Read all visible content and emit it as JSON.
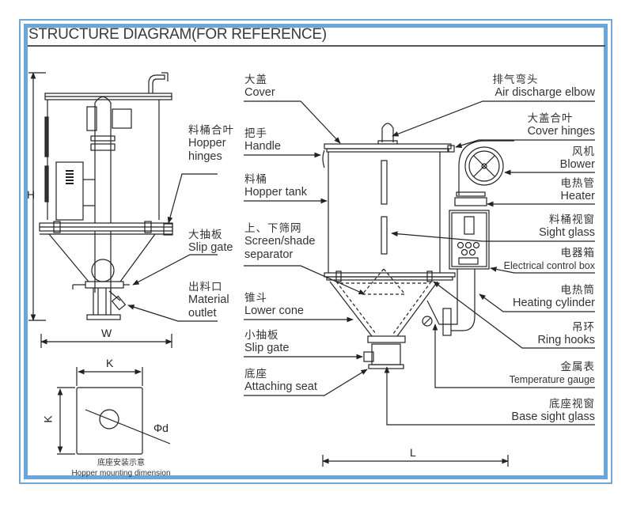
{
  "title": "STRUCTURE DIAGRAM(FOR REFERENCE)",
  "colors": {
    "frame": "#6aa6da",
    "line": "#222222",
    "text": "#333333"
  },
  "left_labels": [
    {
      "id": "hopper-hinges",
      "cn": "料桶合叶",
      "en": [
        "Hopper",
        "hinges"
      ]
    },
    {
      "id": "slip-gate-large",
      "cn": "大抽板",
      "en": [
        "Slip gate"
      ]
    },
    {
      "id": "material-outlet",
      "cn": "出料口",
      "en": [
        "Material",
        "outlet"
      ]
    }
  ],
  "center_labels": [
    {
      "id": "cover",
      "cn": "大盖",
      "en": [
        "Cover"
      ]
    },
    {
      "id": "handle",
      "cn": "把手",
      "en": [
        "Handle"
      ]
    },
    {
      "id": "hopper-tank",
      "cn": "料桶",
      "en": [
        "Hopper tank"
      ]
    },
    {
      "id": "screen-separator",
      "cn": "上、下筛网",
      "en": [
        "Screen/shade",
        "separator"
      ]
    },
    {
      "id": "lower-cone",
      "cn": "锥斗",
      "en": [
        "Lower cone"
      ]
    },
    {
      "id": "slip-gate-small",
      "cn": "小抽板",
      "en": [
        "Slip gate"
      ]
    },
    {
      "id": "attaching-seat",
      "cn": "底座",
      "en": [
        "Attaching seat"
      ]
    }
  ],
  "right_labels": [
    {
      "id": "air-discharge-elbow",
      "cn": "排气弯头",
      "en": [
        "Air discharge elbow"
      ]
    },
    {
      "id": "cover-hinges",
      "cn": "大盖合叶",
      "en": [
        "Cover hinges"
      ]
    },
    {
      "id": "blower",
      "cn": "风机",
      "en": [
        "Blower"
      ]
    },
    {
      "id": "heater",
      "cn": "电热管",
      "en": [
        "Heater"
      ]
    },
    {
      "id": "sight-glass",
      "cn": "料桶视窗",
      "en": [
        "Sight glass"
      ]
    },
    {
      "id": "electrical-control-box",
      "cn": "电器箱",
      "en": [
        "Electrical control box"
      ]
    },
    {
      "id": "heating-cylinder",
      "cn": "电热筒",
      "en": [
        "Heating cylinder"
      ]
    },
    {
      "id": "ring-hooks",
      "cn": "吊环",
      "en": [
        "Ring hooks"
      ]
    },
    {
      "id": "temperature-gauge",
      "cn": "金属表",
      "en": [
        "Temperature gauge"
      ]
    },
    {
      "id": "base-sight-glass",
      "cn": "底座视窗",
      "en": [
        "Base sight glass"
      ]
    }
  ],
  "dimensions": {
    "height": "H",
    "width": "W",
    "length": "L",
    "mount_side": "K",
    "mount_hole": "Φd"
  },
  "mounting_caption": {
    "cn": "底座安装示意",
    "en": "Hopper mounting dimension"
  }
}
